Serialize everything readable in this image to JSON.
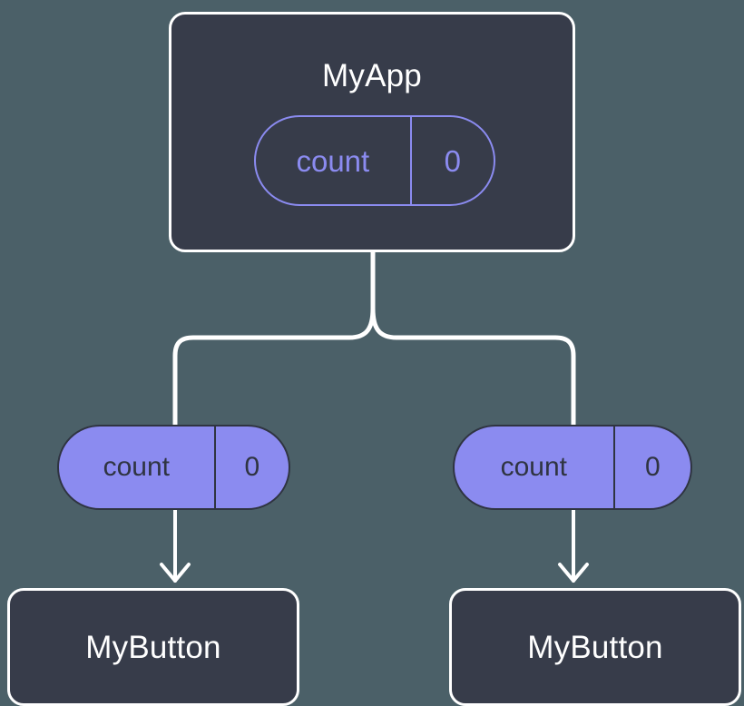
{
  "diagram": {
    "type": "component-state-propagation-tree",
    "background_color": "#4b6068",
    "colors": {
      "panel_fill": "#373c4a",
      "panel_stroke": "#ffffff",
      "accent_purple": "#8b8bf0",
      "connector": "#ffffff",
      "pill_text_dark": "#2f3441"
    },
    "root": {
      "title": "MyApp",
      "state_pill": {
        "key": "count",
        "value": "0",
        "style": "outline"
      }
    },
    "branches": [
      {
        "prop_pill": {
          "key": "count",
          "value": "0",
          "style": "filled"
        },
        "child": {
          "title": "MyButton"
        }
      },
      {
        "prop_pill": {
          "key": "count",
          "value": "0",
          "style": "filled"
        },
        "child": {
          "title": "MyButton"
        }
      }
    ]
  }
}
